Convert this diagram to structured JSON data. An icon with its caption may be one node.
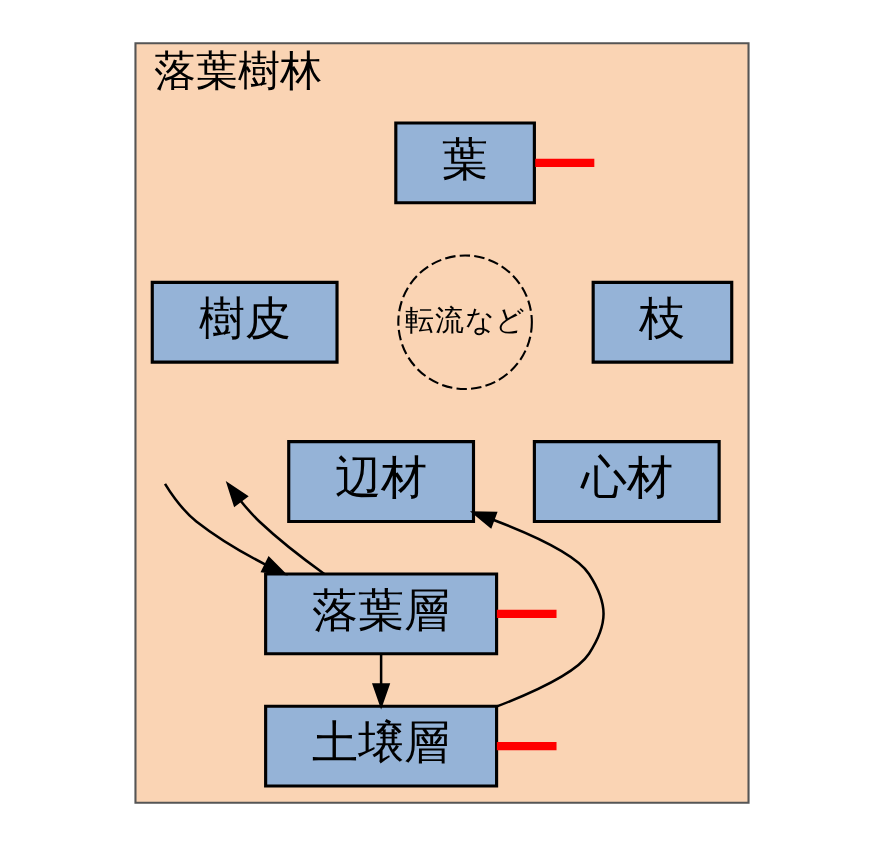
{
  "diagram": {
    "nodes": [
      {
        "text": [
          "落葉樹林"
        ]
      },
      {
        "text": [
          "葉"
        ],
        "in": 0
      },
      {
        "text": [
          "樹皮"
        ],
        "in": 0
      },
      {
        "text": [
          "枝"
        ],
        "in": 0
      },
      {
        "text": [
          "転流など"
        ],
        "in": 0
      },
      {
        "text": [
          "辺材"
        ],
        "in": 0
      },
      {
        "text": [
          "心材"
        ],
        "in": 0
      },
      {
        "text": [
          "落葉層"
        ],
        "in": 0
      },
      {
        "text": [
          "土壌層"
        ],
        "in": 0
      }
    ],
    "edges": [
      {
        "from": 1,
        "to": null,
        "arrow": "none",
        "style": "thick",
        "color": "#ff0000"
      },
      {
        "from": null,
        "to": 7,
        "arrow": "to"
      },
      {
        "from": 7,
        "to": null,
        "arrow": "to"
      },
      {
        "from": 7,
        "to": 8,
        "arrow": "to"
      },
      {
        "from": 8,
        "to": 5,
        "arrow": "to"
      },
      {
        "from": 7,
        "to": null,
        "arrow": "none",
        "style": "thick",
        "color": "#ff0000"
      },
      {
        "from": 8,
        "to": null,
        "arrow": "none",
        "style": "thick",
        "color": "#ff0000"
      }
    ]
  }
}
